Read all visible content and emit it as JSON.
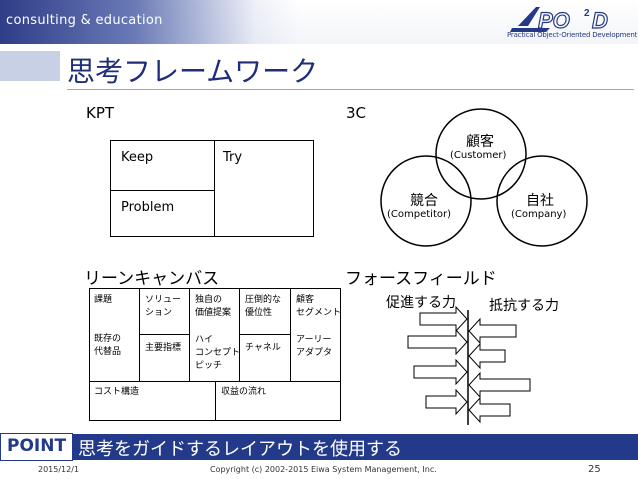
{
  "header": {
    "tagline": "consulting & education",
    "logo_text": "APO2D",
    "logo_sub": "Practical Object-Oriented Development"
  },
  "title": "思考フレームワーク",
  "kpt": {
    "heading": "KPT",
    "keep": "Keep",
    "try": "Try",
    "problem": "Problem"
  },
  "three_c": {
    "heading": "3C",
    "customer": {
      "label": "顧客",
      "sub": "(Customer)"
    },
    "competitor": {
      "label": "競合",
      "sub": "(Competitor)"
    },
    "company": {
      "label": "自社",
      "sub": "(Company)"
    }
  },
  "lean_canvas": {
    "heading": "リーンキャンバス",
    "problem": "課題",
    "alternatives": [
      "既存の",
      "代替品"
    ],
    "solution": [
      "ソリュー",
      "ション"
    ],
    "key_metrics": "主要指標",
    "uvp": [
      "独自の",
      "価値提案"
    ],
    "high_concept": [
      "ハイ",
      "コンセプト",
      "ピッチ"
    ],
    "advantage": [
      "圧倒的な",
      "優位性"
    ],
    "channels": "チャネル",
    "segments": [
      "顧客",
      "セグメント"
    ],
    "early_adopters": [
      "アーリー",
      "アダプタ"
    ],
    "cost": "コスト構造",
    "revenue": "収益の流れ"
  },
  "force_field": {
    "heading": "フォースフィールド",
    "driving": "促進する力",
    "restraining": "抵抗する力",
    "driving_arrows": 4,
    "restraining_arrows": 4
  },
  "point": {
    "label": "POINT",
    "text": "思考をガイドするレイアウトを使用する"
  },
  "footer": {
    "date": "2015/12/1",
    "copyright": "Copyright (c) 2002-2015 Eiwa System Management, Inc.",
    "page": "25"
  },
  "colors": {
    "brand": "#233a8a",
    "title": "#1f2d7a"
  }
}
